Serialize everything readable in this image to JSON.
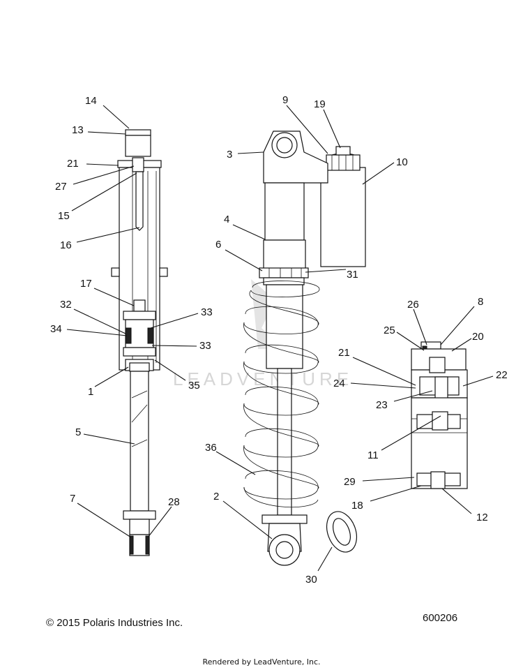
{
  "callouts": [
    "1",
    "2",
    "3",
    "4",
    "5",
    "6",
    "7",
    "8",
    "9",
    "10",
    "11",
    "12",
    "13",
    "14",
    "15",
    "16",
    "17",
    "18",
    "19",
    "20",
    "21",
    "21",
    "22",
    "23",
    "24",
    "25",
    "26",
    "27",
    "28",
    "29",
    "30",
    "31",
    "32",
    "33",
    "33",
    "34",
    "35",
    "36"
  ],
  "watermark": "LEADVENTURE",
  "footer": {
    "copyright": "© 2015 Polaris Industries Inc.",
    "diagram_number": "600206",
    "rendered_by": "Rendered by LeadVenture, Inc."
  }
}
